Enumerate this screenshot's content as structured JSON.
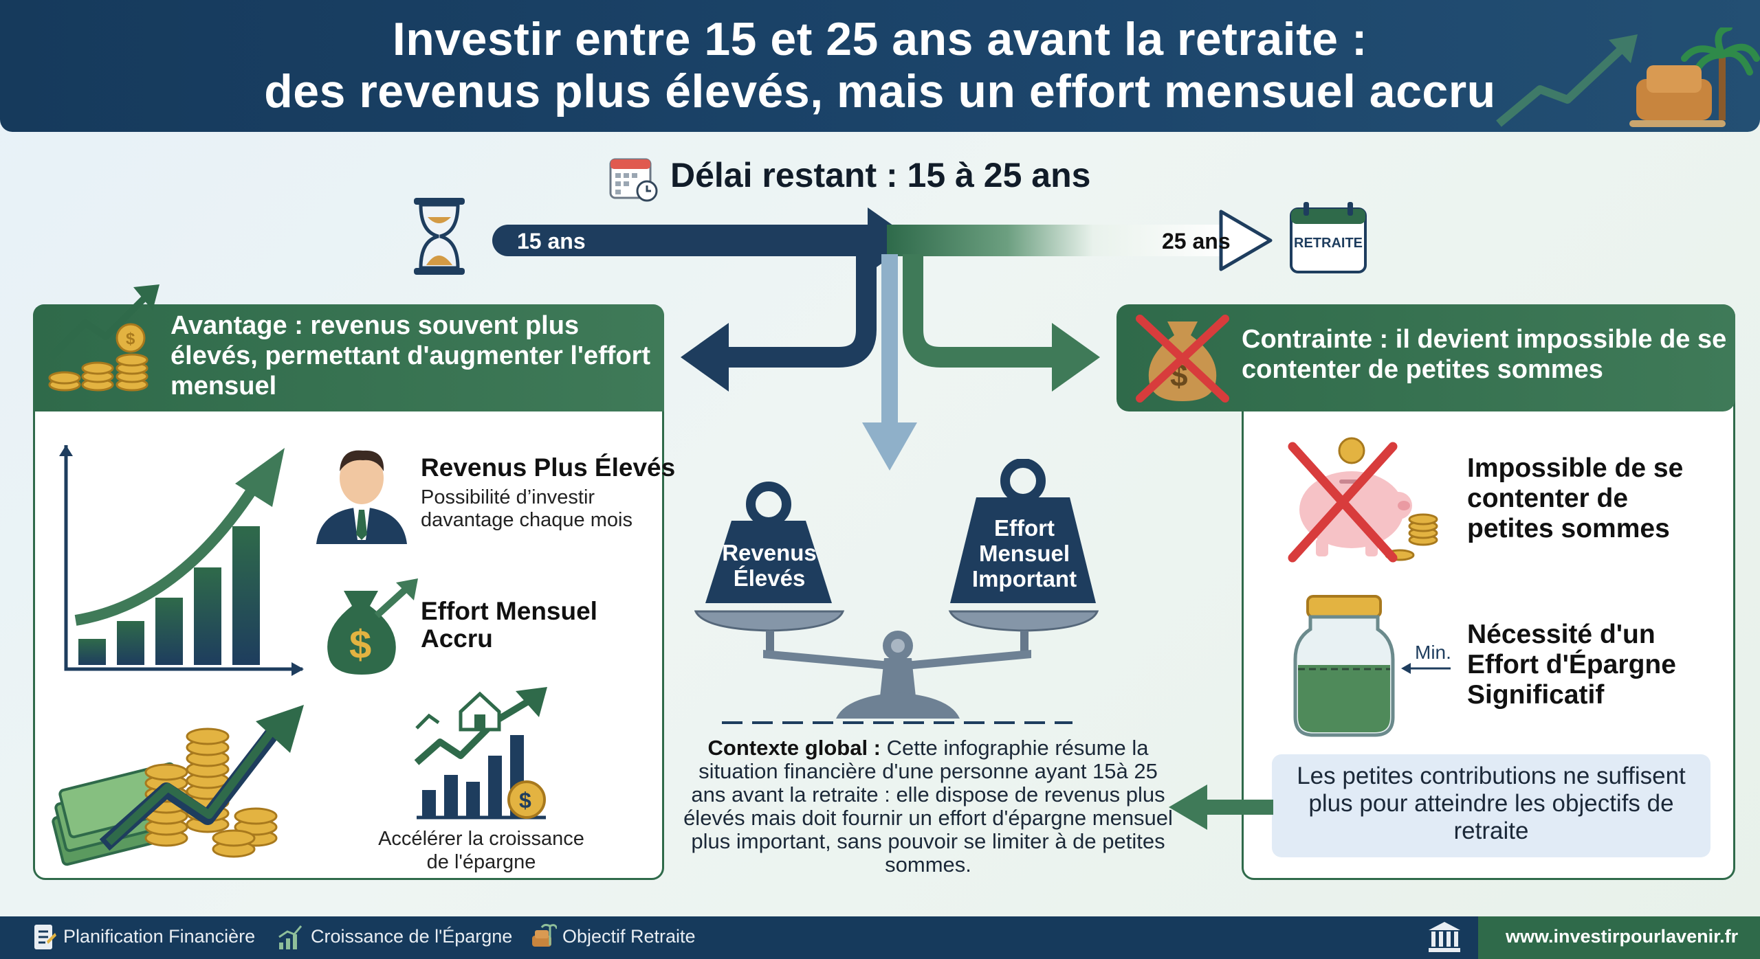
{
  "header": {
    "title_line1": "Investir entre 15 et 25 ans avant la retraite :",
    "title_line2": "des revenus plus élevés, mais un effort mensuel accru"
  },
  "timeline": {
    "title": "Délai restant : 15 à 25 ans",
    "start_label": "15 ans",
    "end_label": "25 ans",
    "calendar_label": "RETRAITE"
  },
  "left_panel": {
    "heading": "Avantage : revenus souvent plus élevés, permettant d'augmenter l'effort mensuel",
    "item1_title": "Revenus Plus Élevés",
    "item1_desc": "Possibilité d’investir davantage chaque mois",
    "item2_title": "Effort Mensuel Accru",
    "item3_caption": "Accélérer la croissance de l'épargne"
  },
  "center": {
    "weight_left": "Revenus Élevés",
    "weight_right": "Effort Mensuel Important",
    "context_label": "Contexte global :",
    "context_text": "Cette infographie résume la situation financière d'une personne ayant 15à 25 ans avant la retraite : elle dispose de revenus plus élevés mais doit fournir un effort d'épargne mensuel plus important, sans pouvoir se limiter à de petites sommes."
  },
  "right_panel": {
    "heading": "Contrainte : il devient impossible de se contenter de petites sommes",
    "item1_title": "Impossible de se contenter de petites sommes",
    "item2_title": "Nécessité d'un Effort d'Épargne Significatif",
    "jar_label": "Min.",
    "note": "Les petites contributions ne suffisent plus pour atteindre les objectifs de retraite"
  },
  "footer": {
    "item1": "Planification Financière",
    "item2": "Croissance de l'Épargne",
    "item3": "Objectif Retraite",
    "url": "www.investirpourlavenir.fr"
  },
  "colors": {
    "navy": "#163a5c",
    "green": "#2f6a4a",
    "gold": "#e3b341"
  }
}
